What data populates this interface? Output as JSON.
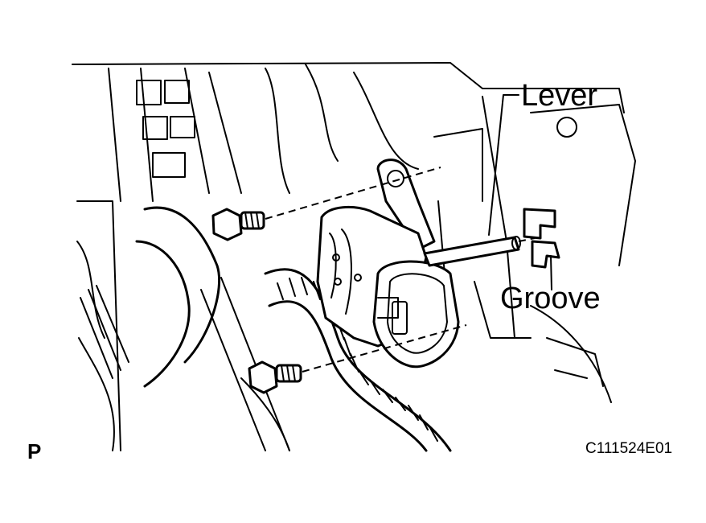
{
  "labels": {
    "lever": "Lever",
    "groove": "Groove",
    "view_marker": "P",
    "figure_code": "C111524E01"
  },
  "colors": {
    "line": "#000000",
    "background": "#ffffff"
  }
}
